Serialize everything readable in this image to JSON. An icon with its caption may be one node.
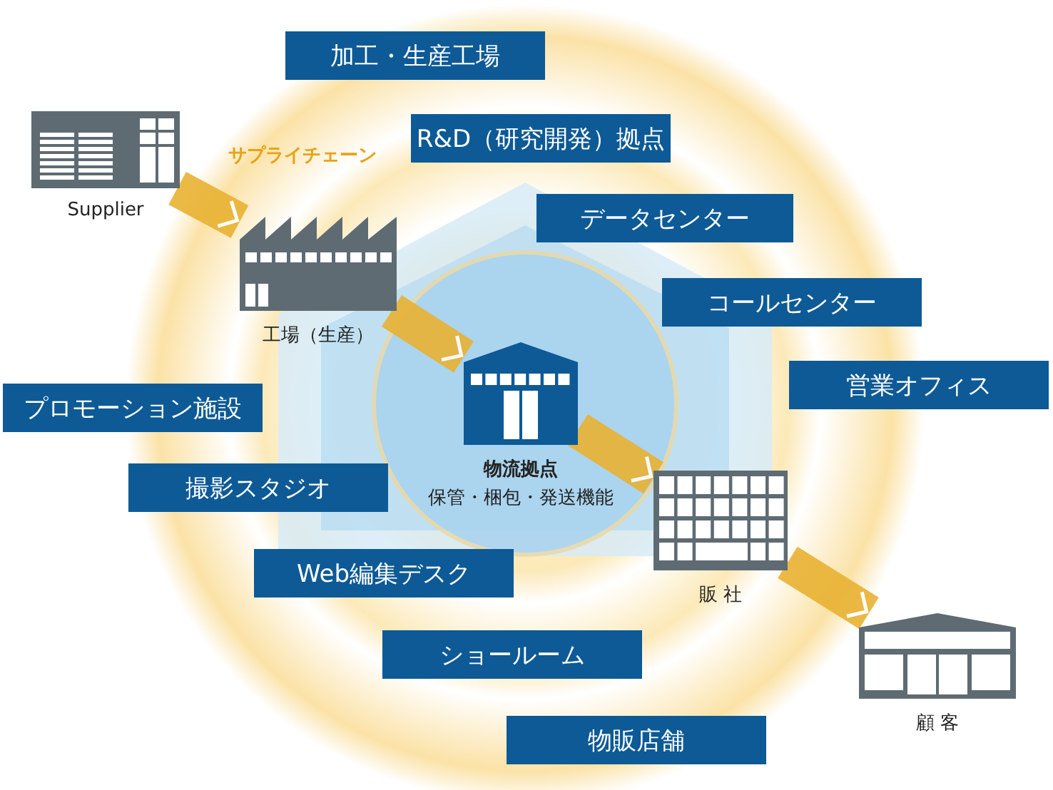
{
  "diagram": {
    "nodes": [
      {
        "text": [
          "加工・生産工場"
        ]
      },
      {
        "text": [
          "Supplier"
        ]
      },
      {
        "text": [
          "R&D（研究開発）拠点"
        ]
      },
      {
        "text": [
          "データセンター"
        ]
      },
      {
        "text": [
          "工場（生産）"
        ]
      },
      {
        "text": [
          "コールセンター"
        ]
      },
      {
        "text": [
          "物流拠点",
          "保管・梱包・発送機能"
        ]
      },
      {
        "text": [
          "営業オフィス"
        ]
      },
      {
        "text": [
          "プロモーション施設"
        ]
      },
      {
        "text": [
          "撮影スタジオ"
        ]
      },
      {
        "text": [
          "販 社"
        ]
      },
      {
        "text": [
          "Web編集デスク"
        ]
      },
      {
        "text": [
          "ショールーム"
        ]
      },
      {
        "text": [
          "顧 客"
        ]
      },
      {
        "text": [
          "物販店舗"
        ]
      }
    ],
    "edges": [
      {
        "from": 1,
        "to": 4,
        "arrow": "to",
        "label": "サプライチェーン"
      },
      {
        "from": 4,
        "to": 6,
        "arrow": "to"
      },
      {
        "from": 6,
        "to": 10,
        "arrow": "to"
      },
      {
        "from": 10,
        "to": 13,
        "arrow": "to"
      }
    ]
  }
}
